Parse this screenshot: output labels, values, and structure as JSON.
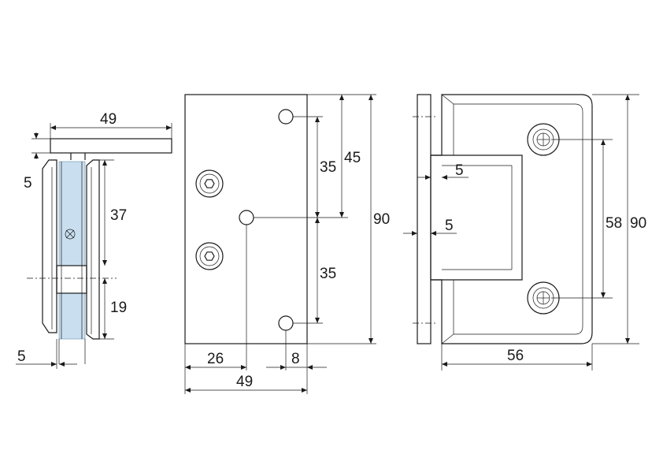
{
  "side_view": {
    "width_label": "49",
    "flange_label": "5",
    "upper_height_label": "37",
    "lower_height_label": "19",
    "glass_offset_label": "5"
  },
  "front_view": {
    "hole_spacing_upper_label": "35",
    "hole_spacing_lower_label": "35",
    "upper_offset_label": "45",
    "total_height_label": "90",
    "left_width_label": "26",
    "right_offset_label": "8",
    "total_width_label": "49"
  },
  "back_view": {
    "recess_depth_label": "5",
    "plate_thickness_label": "5",
    "hole_spacing_label": "58",
    "total_height_label": "90",
    "body_width_label": "56"
  }
}
